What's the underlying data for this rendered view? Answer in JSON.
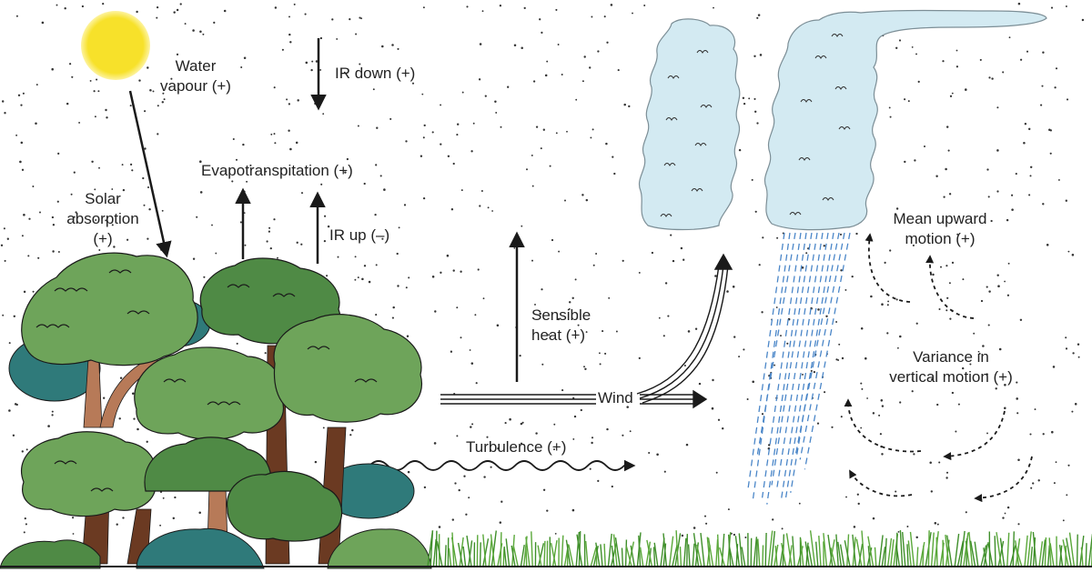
{
  "labels": {
    "water_vapour": [
      "Water",
      "vapour (+)"
    ],
    "ir_down": "IR down (+)",
    "evapotranspiration": "Evapotranspitation (+)",
    "solar_absorption": [
      "Solar",
      "absorption",
      "(+)"
    ],
    "ir_up": "IR up (–)",
    "sensible_heat": [
      "Sensible",
      "heat (+)"
    ],
    "wind": "Wind",
    "turbulence": "Turbulence (+)",
    "mean_upward_motion": [
      "Mean upward",
      "motion (+)"
    ],
    "variance_vertical_motion": [
      "Variance in",
      "vertical motion (+)"
    ]
  },
  "colors": {
    "sun": "#f7e12a",
    "sun_glow": "#fdf3a0",
    "cloud_fill": "#d3eaf2",
    "cloud_stroke": "#7c8e96",
    "rain": "#4a86c8",
    "grass": "#3f8f2a",
    "tree_light": "#6ea45a",
    "tree_mid": "#4f8a45",
    "tree_teal": "#2f7a7a",
    "trunk": "#6b3a22",
    "trunk_light": "#b77a58",
    "ink": "#1a1a1a"
  }
}
